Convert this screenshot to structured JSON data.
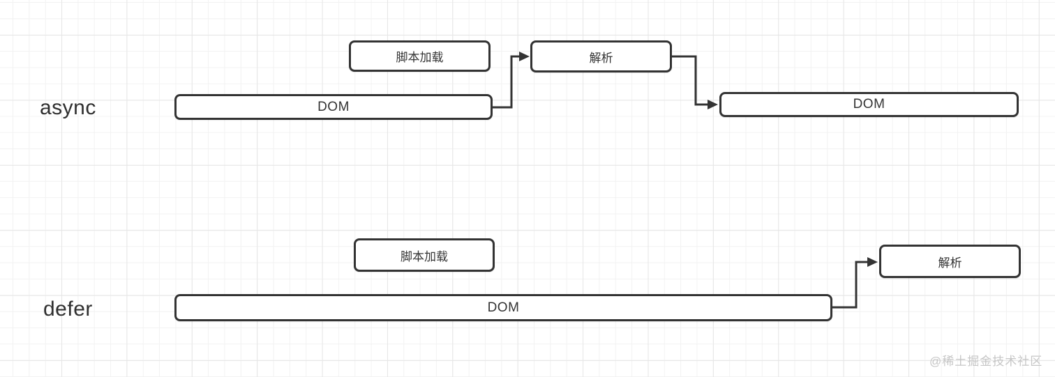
{
  "diagram": {
    "title_implicit": "async vs defer script loading timeline",
    "rows": [
      {
        "id": "async",
        "label": "async"
      },
      {
        "id": "defer",
        "label": "defer"
      }
    ],
    "nodes": {
      "async_script_load": "脚本加载",
      "async_parse": "解析",
      "async_dom_1": "DOM",
      "async_dom_2": "DOM",
      "defer_script_load": "脚本加载",
      "defer_dom": "DOM",
      "defer_parse": "解析"
    }
  },
  "watermark": {
    "text": "@稀土掘金技术社区"
  },
  "colors": {
    "stroke": "#333333",
    "box_fill": "#ffffff",
    "text": "#333333",
    "grid_minor": "#f2f2f2",
    "grid_major": "#e6e6e6",
    "watermark": "#c6c6c6",
    "background": "#ffffff"
  }
}
